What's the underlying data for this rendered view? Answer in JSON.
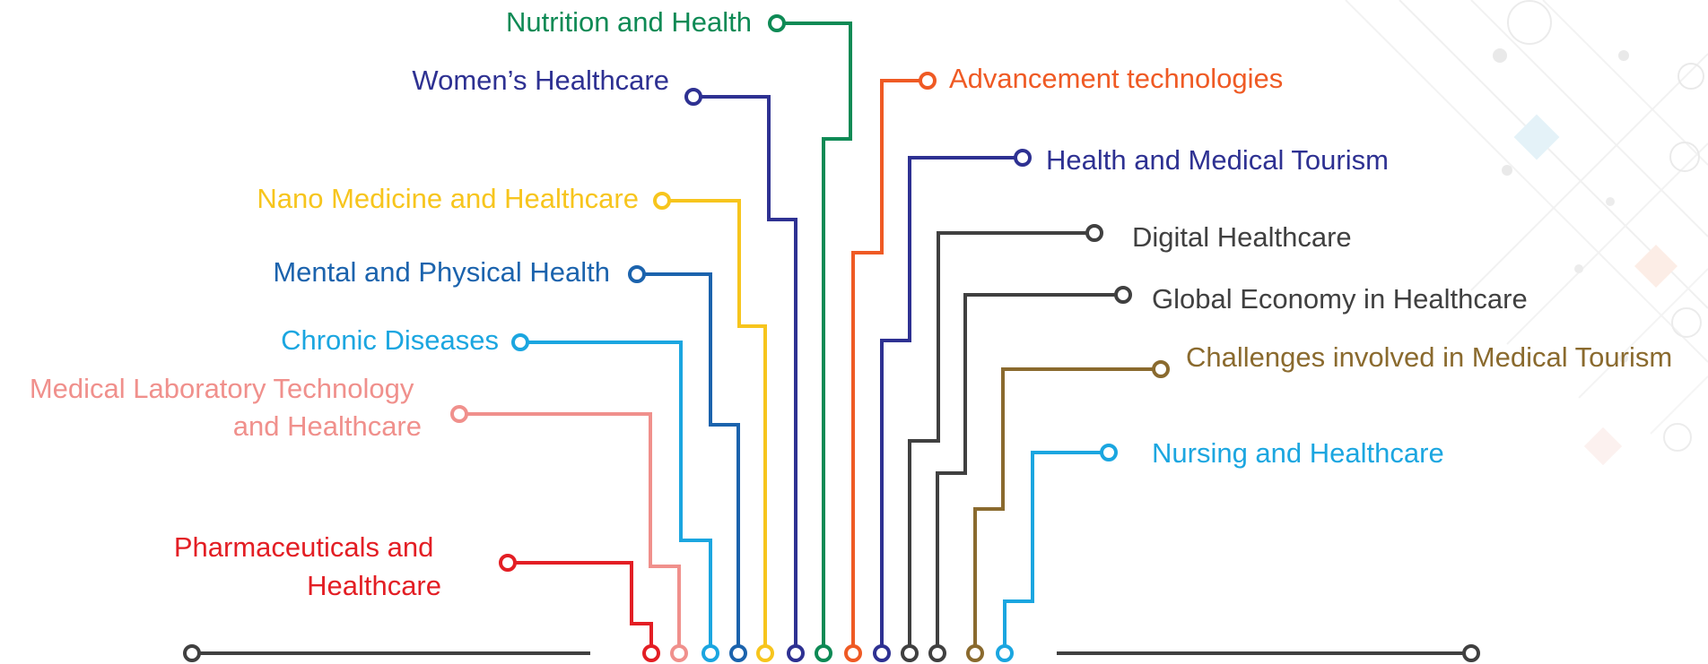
{
  "diagram": {
    "colors": {
      "red": "#e31e24",
      "salmon": "#f0908c",
      "sky": "#1ba6e0",
      "steel": "#1b63ad",
      "yellow": "#f7c51d",
      "indigo": "#2e3192",
      "green": "#0e8a55",
      "orange": "#ef5a24",
      "navy": "#2e3192",
      "charcoal": "#404040",
      "bronze": "#8a6a2e",
      "line_gray": "#404040"
    },
    "topics": [
      {
        "id": "pharma",
        "lines": [
          "Pharmaceuticals and",
          "Healthcare"
        ],
        "color": "#e31e24"
      },
      {
        "id": "medlab",
        "lines": [
          "Medical Laboratory Technology",
          "and Healthcare"
        ],
        "color": "#f0908c"
      },
      {
        "id": "chronic",
        "lines": [
          "Chronic Diseases"
        ],
        "color": "#1ba6e0"
      },
      {
        "id": "mental",
        "lines": [
          "Mental and Physical Health"
        ],
        "color": "#1b63ad"
      },
      {
        "id": "nano",
        "lines": [
          "Nano Medicine and Healthcare"
        ],
        "color": "#f7c51d"
      },
      {
        "id": "women",
        "lines": [
          "Women’s Healthcare"
        ],
        "color": "#2e3192"
      },
      {
        "id": "nutrition",
        "lines": [
          "Nutrition and Health"
        ],
        "color": "#0e8a55"
      },
      {
        "id": "advancement",
        "lines": [
          "Advancement technologies"
        ],
        "color": "#ef5a24"
      },
      {
        "id": "tourism",
        "lines": [
          "Health and Medical Tourism"
        ],
        "color": "#2e3192"
      },
      {
        "id": "digital",
        "lines": [
          "Digital Healthcare"
        ],
        "color": "#404040"
      },
      {
        "id": "economy",
        "lines": [
          "Global Economy in Healthcare"
        ],
        "color": "#404040"
      },
      {
        "id": "challenges",
        "lines": [
          "Challenges involved in Medical Tourism"
        ],
        "color": "#8a6a2e"
      },
      {
        "id": "nursing",
        "lines": [
          "Nursing and Healthcare"
        ],
        "color": "#1ba6e0"
      }
    ]
  }
}
